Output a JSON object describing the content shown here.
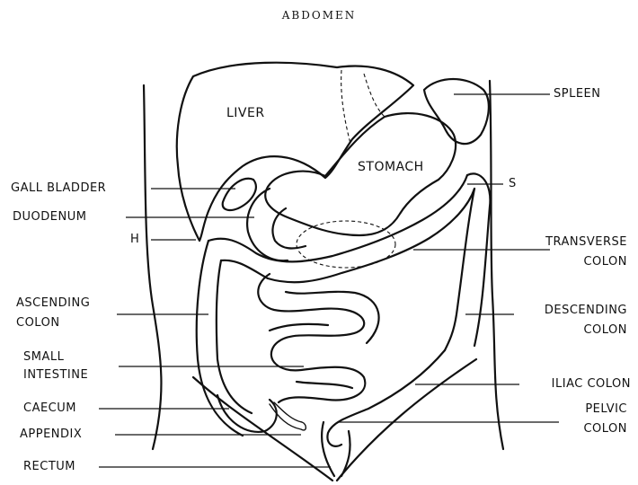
{
  "title": "ABDOMEN",
  "labels": {
    "liver": "LIVER",
    "stomach": "STOMACH",
    "spleen": "SPLEEN",
    "s_marker": "S",
    "gall_bladder": "GALL BLADDER",
    "duodenum": "DUODENUM",
    "h_marker": "H",
    "transverse_colon_1": "TRANSVERSE",
    "transverse_colon_2": "COLON",
    "ascending_colon_1": "ASCENDING",
    "ascending_colon_2": "COLON",
    "descending_colon_1": "DESCENDING",
    "descending_colon_2": "COLON",
    "small_intestine_1": "SMALL",
    "small_intestine_2": "INTESTINE",
    "iliac_colon": "ILIAC COLON",
    "caecum": "CAECUM",
    "pelvic_colon_1": "PELVIC",
    "pelvic_colon_2": "COLON",
    "appendix": "APPENDIX",
    "rectum": "RECTUM"
  }
}
